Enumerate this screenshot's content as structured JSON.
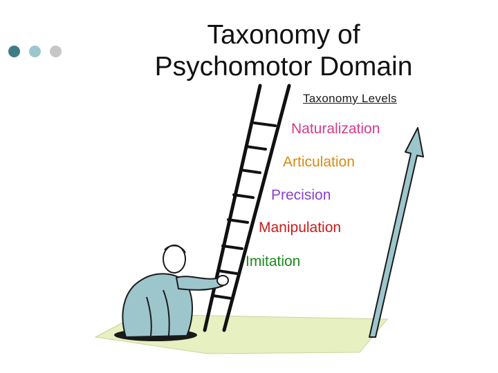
{
  "slide": {
    "title_line1": "Taxonomy of",
    "title_line2": "Psychomotor Domain"
  },
  "levels_header": "Taxonomy Levels",
  "levels": [
    {
      "label": "Imitation",
      "color": "#1a8a1a"
    },
    {
      "label": "Manipulation",
      "color": "#cc1a1a"
    },
    {
      "label": "Precision",
      "color": "#8a3fd0"
    },
    {
      "label": "Articulation",
      "color": "#d98a10"
    },
    {
      "label": "Naturalization",
      "color": "#d63a8a"
    }
  ],
  "decor": {
    "dot_colors": [
      "#3f7d86",
      "#9cc6cc",
      "#c7c7c7"
    ],
    "arrow_color": "#9cc6cc",
    "person_color": "#9cc6cc",
    "ground_color": "#e6f0c0",
    "illustration": "person-climbing-ladder"
  }
}
